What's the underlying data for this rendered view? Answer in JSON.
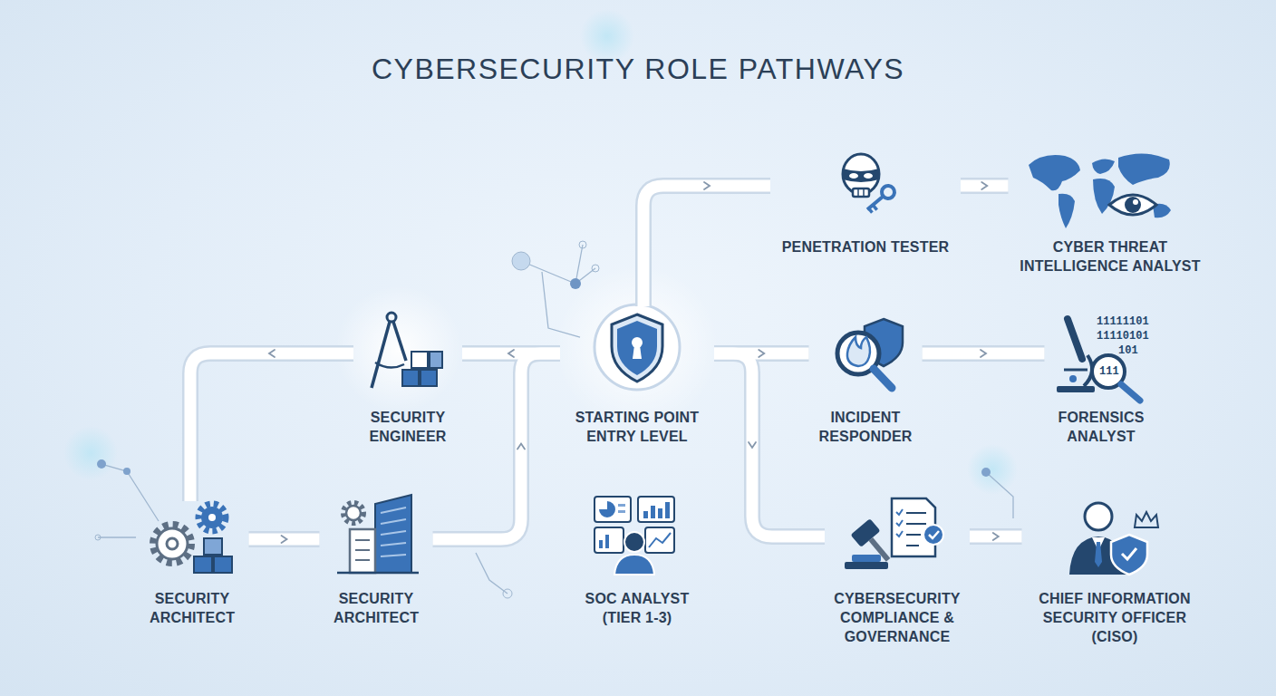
{
  "diagram": {
    "title": "CYBERSECURITY ROLE PATHWAYS",
    "nodes": [
      {
        "text": [
          "PENETRATION TESTER"
        ]
      },
      {
        "text": [
          "CYBER THREAT INTELLIGENCE ANALYST"
        ]
      },
      {
        "text": [
          "SECURITY ENGINEER"
        ]
      },
      {
        "text": [
          "STARTING POINT ENTRY LEVEL"
        ]
      },
      {
        "text": [
          "INCIDENT RESPONDER"
        ]
      },
      {
        "text": [
          "FORENSICS ANALYST"
        ]
      },
      {
        "text": [
          "SECURITY ARCHITECT"
        ]
      },
      {
        "text": [
          "SECURITY ARCHITECT"
        ]
      },
      {
        "text": [
          "SOC ANALYST (TIER 1-3)"
        ]
      },
      {
        "text": [
          "CYBERSECURITY COMPLIANCE & GOVERNANCE"
        ]
      },
      {
        "text": [
          "CHIEF INFORMATION SECURITY OFFICER (CISO)"
        ]
      }
    ],
    "edges": [
      {
        "from": 3,
        "to": 0,
        "arrow": "to"
      },
      {
        "from": 0,
        "to": 1,
        "arrow": "to"
      },
      {
        "from": 3,
        "to": 2,
        "arrow": "to"
      },
      {
        "from": 2,
        "to": 6,
        "arrow": "to"
      },
      {
        "from": 6,
        "to": 7,
        "arrow": "to"
      },
      {
        "from": 7,
        "to": 3,
        "arrow": "to"
      },
      {
        "from": 3,
        "to": 4,
        "arrow": "to"
      },
      {
        "from": 4,
        "to": 5,
        "arrow": "to"
      },
      {
        "from": 3,
        "to": 9,
        "arrow": "to"
      },
      {
        "from": 9,
        "to": 10,
        "arrow": "to"
      }
    ],
    "labels": [
      "11111101",
      "11110101",
      "101",
      "111"
    ]
  }
}
